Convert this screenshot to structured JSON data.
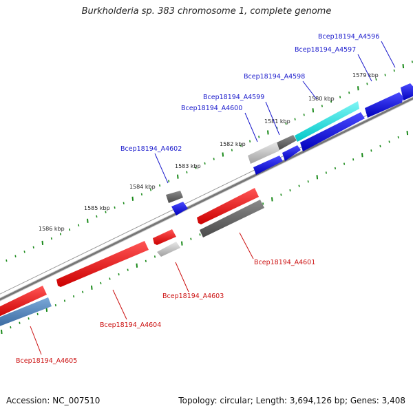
{
  "title": "Burkholderia sp. 383 chromosome 1, complete genome",
  "footer": {
    "accession": "Accession: NC_007510",
    "topology": "Topology: circular; Length: 3,694,126 bp; Genes: 3,408"
  },
  "colors": {
    "backbone": "#808080",
    "tick_mark": "#1a8a1a",
    "label_forward": "#1a1acc",
    "label_reverse": "#cc1111",
    "gene_blue": "#0000ee",
    "gene_cyan": "#00dcdc",
    "gene_red": "#ee1111",
    "gene_darkgray": "#6a6a6a",
    "gene_lightgray": "#bdbdbd",
    "gene_steelblue": "#4a7fb5"
  },
  "tick_labels": [
    "1579 kbp",
    "1580 kbp",
    "1581 kbp",
    "1582 kbp",
    "1583 kbp",
    "1584 kbp",
    "1585 kbp",
    "1586 kbp"
  ],
  "forward_labels": [
    "Bcep18194_A4596",
    "Bcep18194_A4597",
    "Bcep18194_A4598",
    "Bcep18194_A4599",
    "Bcep18194_A4600",
    "Bcep18194_A4602"
  ],
  "reverse_labels": [
    "Bcep18194_A4601",
    "Bcep18194_A4603",
    "Bcep18194_A4604",
    "Bcep18194_A4605"
  ]
}
